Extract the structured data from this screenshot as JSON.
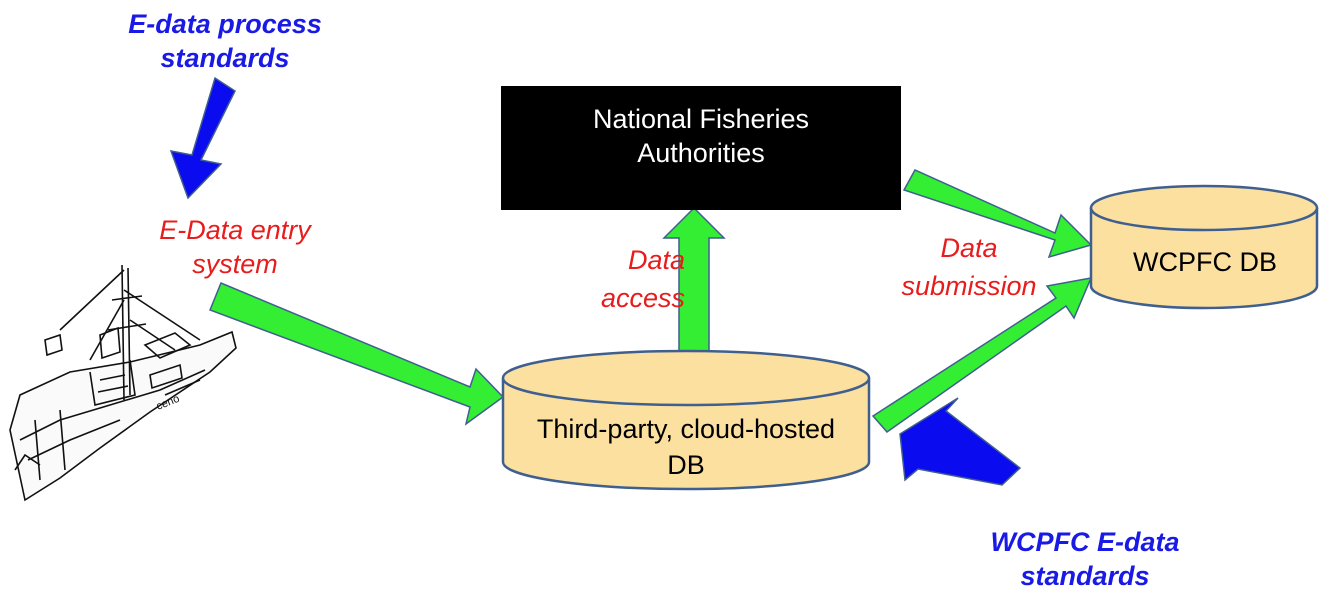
{
  "labels": {
    "process_standards": "E-data process standards",
    "entry_system": "E-Data  entry system",
    "national_authorities": "National Fisheries Authorities",
    "data_access": "Data access",
    "data_submission": "Data submission",
    "wcpfc_db": "WCPFC DB",
    "cloud_db": "Third-party, cloud-hosted DB",
    "wcpfc_standards": "WCPFC E-data standards"
  },
  "colors": {
    "blue_arrow": "#0b0bf0",
    "green_arrow": "#33ee33",
    "arrow_outline": "#3f5f8f",
    "db_fill": "#fbe0a0",
    "authority_box": "#000000"
  }
}
